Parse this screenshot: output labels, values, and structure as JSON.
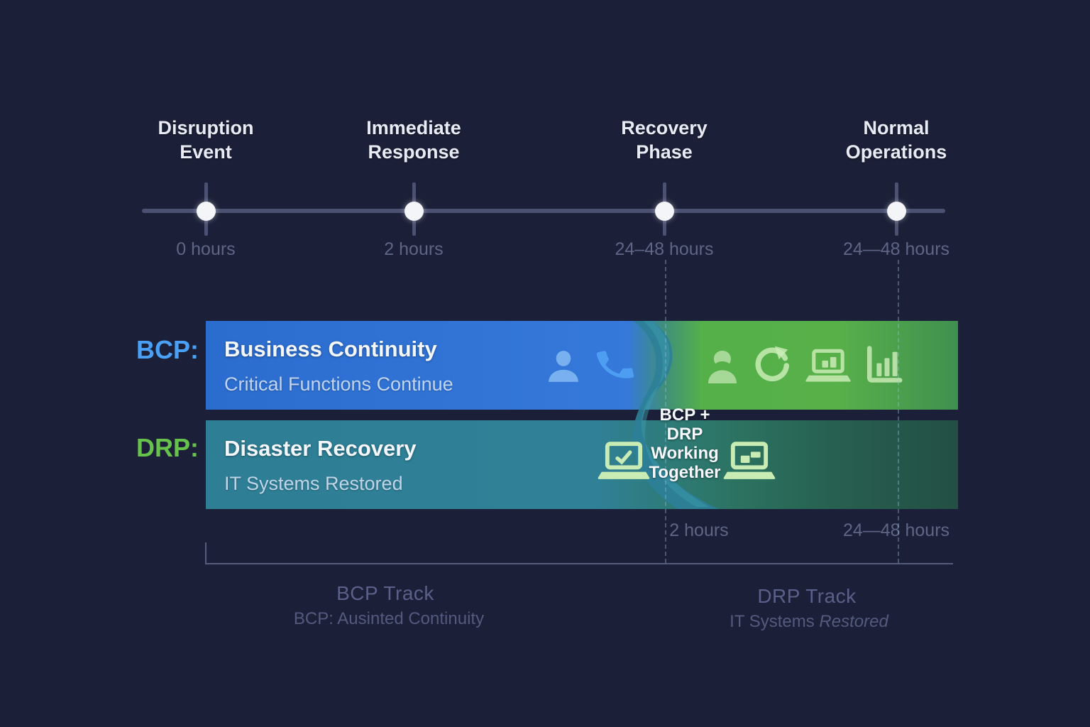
{
  "colors": {
    "background": "#1b2038",
    "timeline_line": "#4b5170",
    "marker_fill": "#f4f5f8",
    "milestone_label": "#e9ebf4",
    "muted_label": "#5e6585",
    "bcp_accent": "#4aa0f4",
    "drp_accent": "#67c24b",
    "bcp_bar_blue": "#3173d6",
    "bcp_bar_green": "#58b049",
    "drp_bar_teal": "#2f7f96",
    "drp_bar_green_dark": "#27604f",
    "overlap_ribbon": "#2c8098",
    "track_label": "#5a6089"
  },
  "timeline": {
    "milestones": [
      {
        "label": "Disruption\nEvent",
        "time": "0 hours"
      },
      {
        "label": "Immediate\nResponse",
        "time": "2 hours"
      },
      {
        "label": "Recovery\nPhase",
        "time": "24–48 hours"
      },
      {
        "label": "Normal\nOperations",
        "time": "24—48 hours"
      }
    ]
  },
  "bcp_row": {
    "side_label": "BCP:",
    "title": "Business Continuity",
    "subtitle": "Critical Functions Continue",
    "icon_names": [
      "person-icon",
      "phone-icon",
      "user-icon",
      "refresh-icon",
      "laptop-chart-icon",
      "bar-chart-icon"
    ]
  },
  "drp_row": {
    "side_label": "DRP:",
    "title": "Disaster Recovery",
    "subtitle": "IT Systems Restored",
    "icon_names": [
      "laptop-check-icon",
      "laptop-files-icon"
    ]
  },
  "overlap": {
    "label": "BCP +\nDRP\nWorking\nTogether"
  },
  "footer": {
    "time_markers": [
      {
        "label": "2 hours"
      },
      {
        "label": "24—48 hours"
      }
    ],
    "bcp_track": {
      "title": "BCP Track",
      "subtitle": "BCP: Ausinted Continuity"
    },
    "drp_track": {
      "title": "DRP Track",
      "subtitle": "IT Systems ",
      "subtitle_em": "Restored"
    }
  }
}
